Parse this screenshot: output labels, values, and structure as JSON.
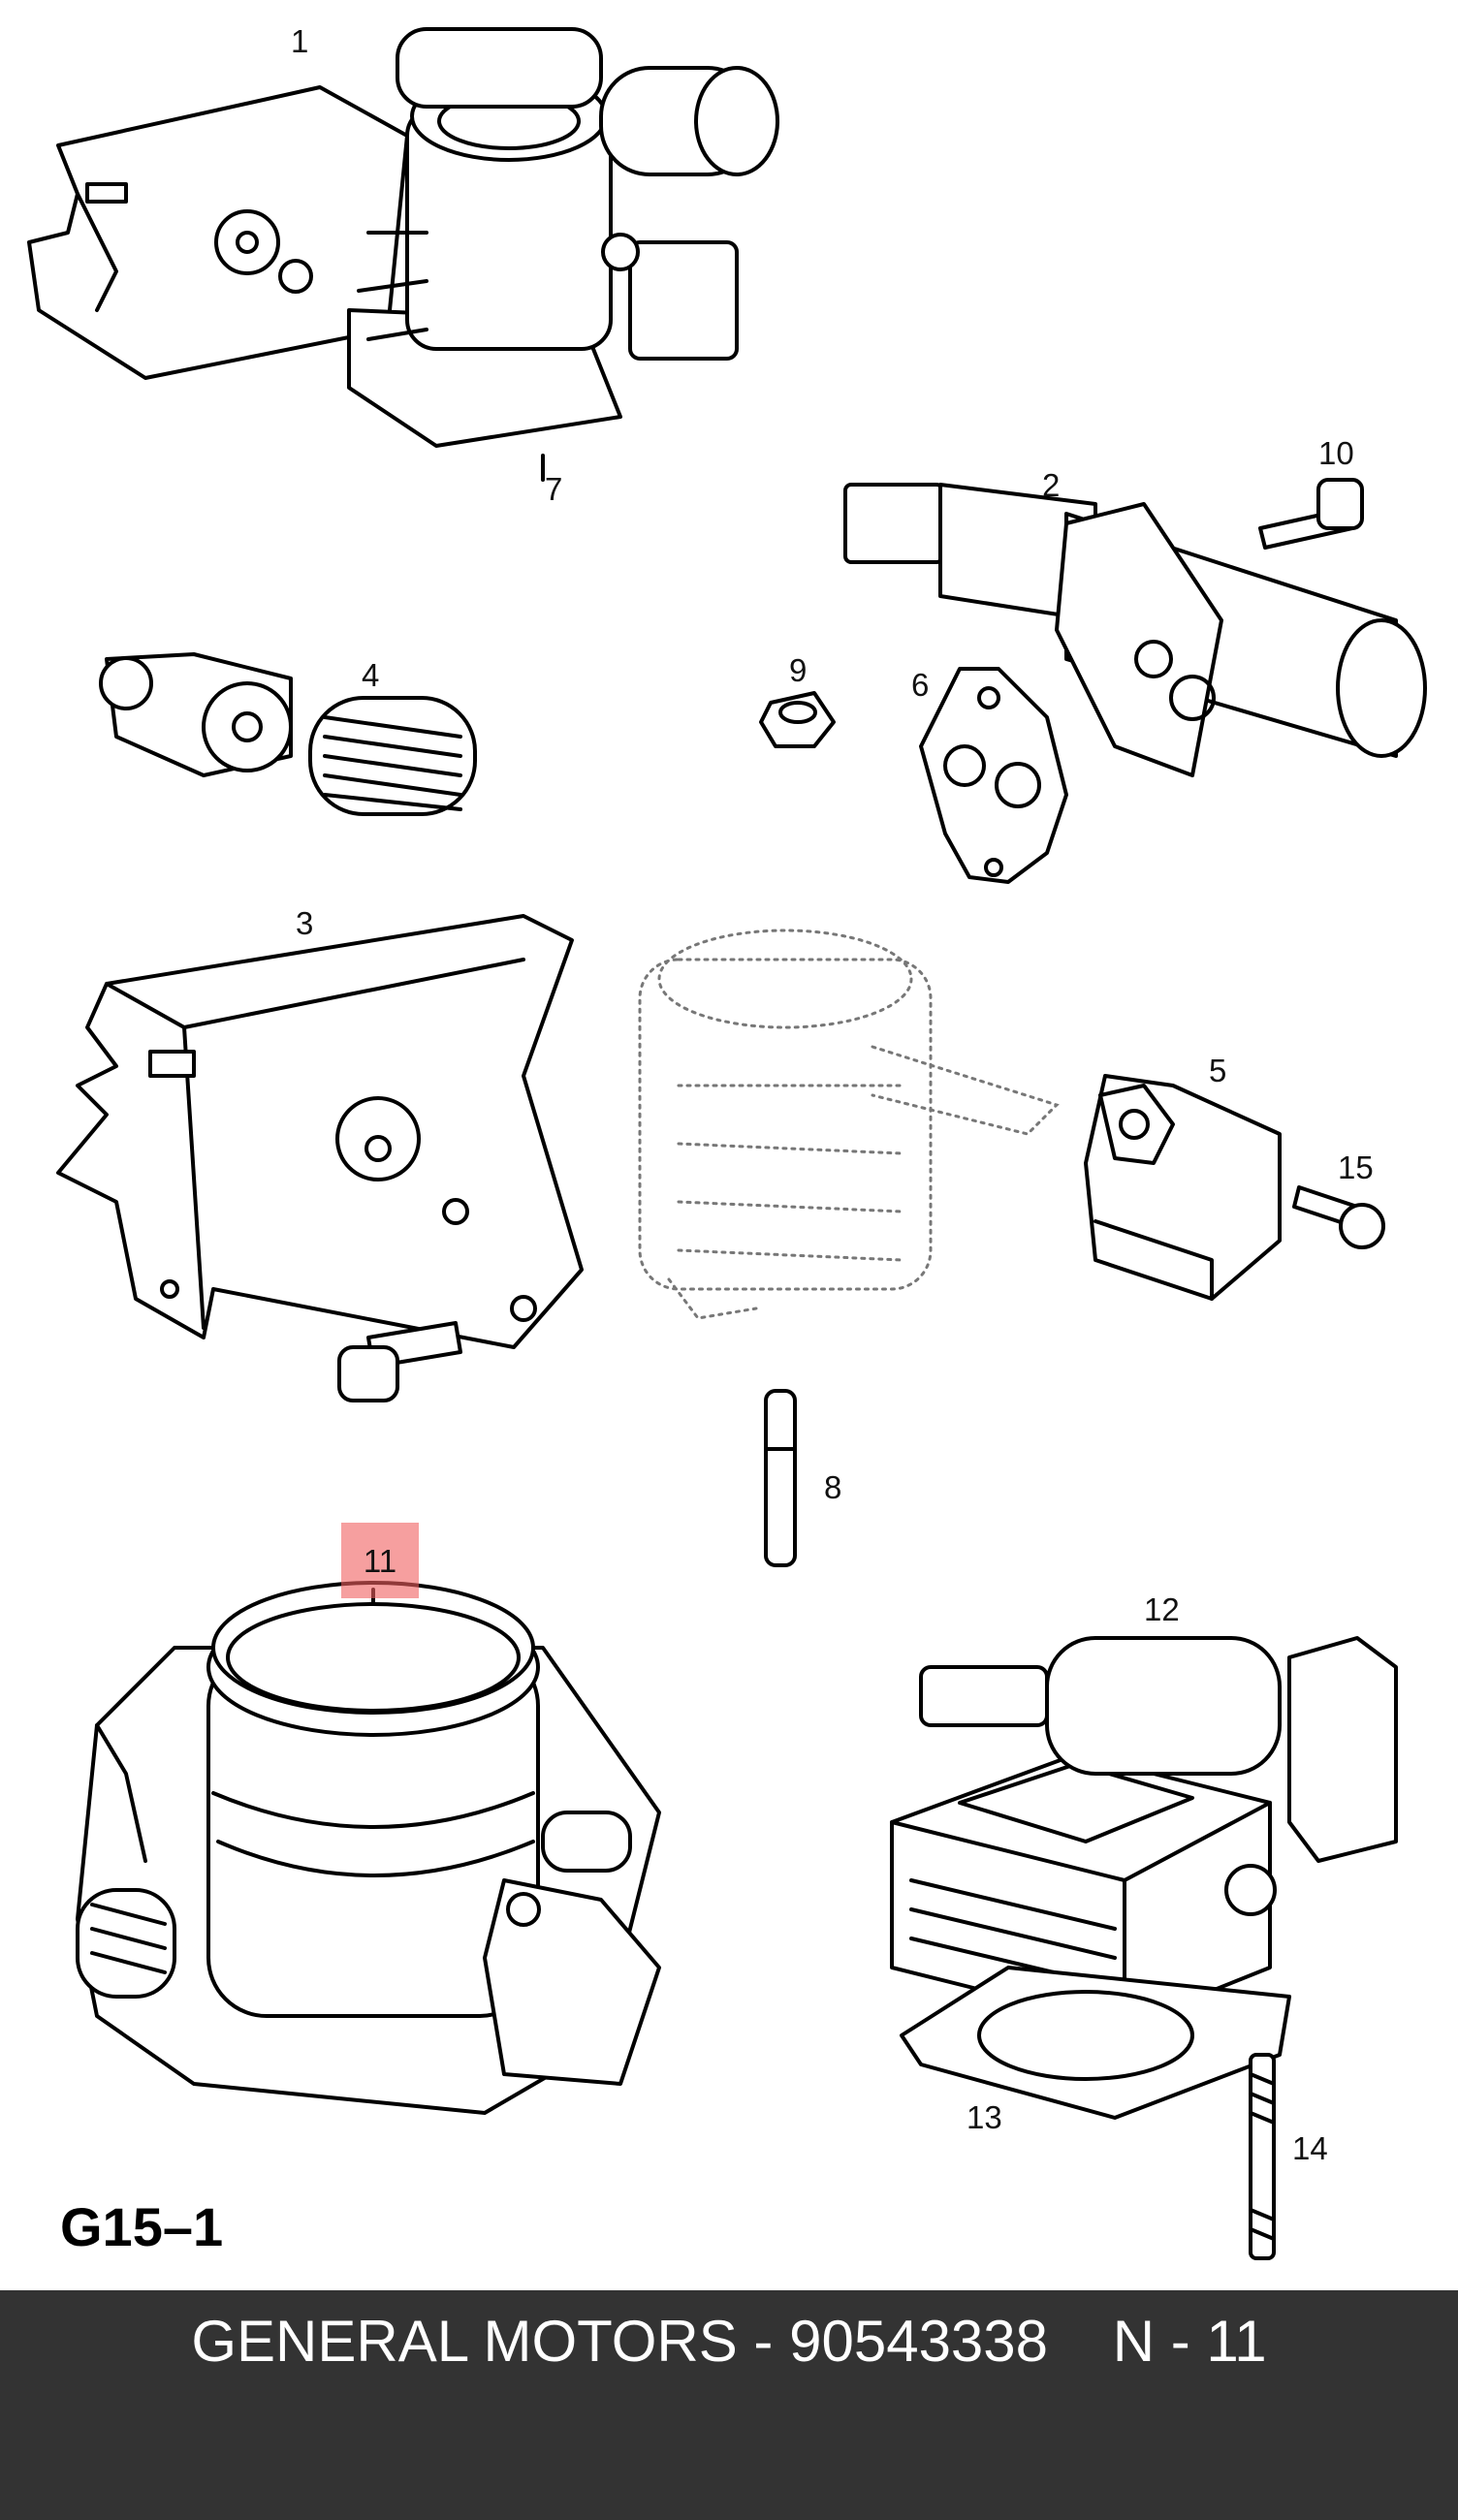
{
  "diagram": {
    "code": "G15–1",
    "callouts": [
      {
        "id": "1",
        "label": "1"
      },
      {
        "id": "2",
        "label": "2"
      },
      {
        "id": "3",
        "label": "3"
      },
      {
        "id": "4",
        "label": "4"
      },
      {
        "id": "5",
        "label": "5"
      },
      {
        "id": "6",
        "label": "6"
      },
      {
        "id": "7",
        "label": "7"
      },
      {
        "id": "8",
        "label": "8"
      },
      {
        "id": "9",
        "label": "9"
      },
      {
        "id": "10",
        "label": "10"
      },
      {
        "id": "11",
        "label": "11",
        "highlighted": true
      },
      {
        "id": "12",
        "label": "12"
      },
      {
        "id": "13",
        "label": "13"
      },
      {
        "id": "14",
        "label": "14"
      },
      {
        "id": "15",
        "label": "15"
      }
    ],
    "highlight_color": "#f05f5f"
  },
  "footer": {
    "text": "GENERAL MOTORS - 90543338    N - 11",
    "background": "#333333",
    "text_color": "#ffffff"
  }
}
